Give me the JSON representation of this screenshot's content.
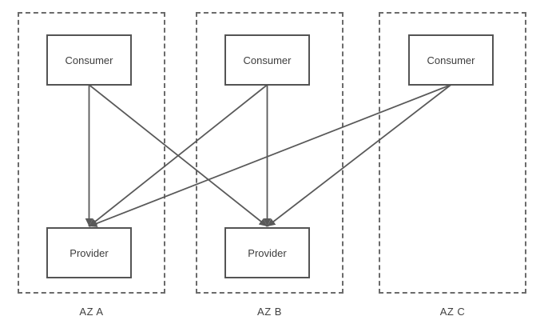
{
  "diagram": {
    "zones": [
      {
        "id": "az-a",
        "label": "AZ A"
      },
      {
        "id": "az-b",
        "label": "AZ B"
      },
      {
        "id": "az-c",
        "label": "AZ C"
      }
    ],
    "nodes": {
      "consumer_a": {
        "label": "Consumer",
        "zone": "AZ A"
      },
      "consumer_b": {
        "label": "Consumer",
        "zone": "AZ B"
      },
      "consumer_c": {
        "label": "Consumer",
        "zone": "AZ C"
      },
      "provider_a": {
        "label": "Provider",
        "zone": "AZ A"
      },
      "provider_b": {
        "label": "Provider",
        "zone": "AZ B"
      }
    },
    "edges": [
      {
        "from": "consumer-a",
        "to": "provider-a"
      },
      {
        "from": "consumer-a",
        "to": "provider-b"
      },
      {
        "from": "consumer-b",
        "to": "provider-a"
      },
      {
        "from": "consumer-b",
        "to": "provider-b"
      },
      {
        "from": "consumer-c",
        "to": "provider-a"
      },
      {
        "from": "consumer-c",
        "to": "provider-b"
      }
    ],
    "colors": {
      "stroke": "#595959",
      "box_border": "#545454",
      "zone_border": "#6b6b6b",
      "text": "#3d3d3d",
      "background": "#ffffff"
    }
  }
}
